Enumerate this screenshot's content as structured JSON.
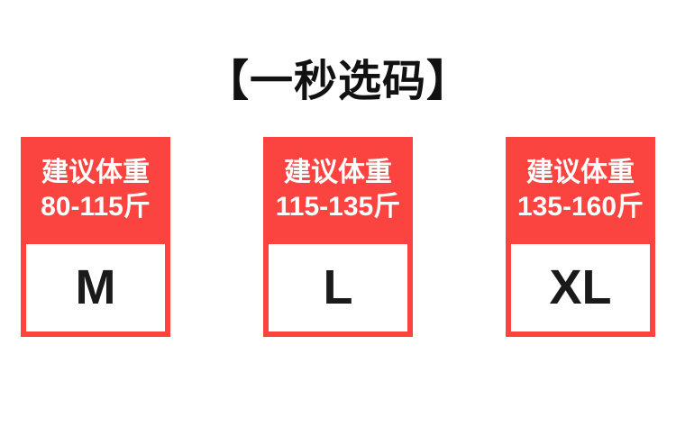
{
  "title": "【一秒选码】",
  "colors": {
    "accent_red": "#FB4340",
    "text_dark": "#111111",
    "size_text": "#1A1A1A",
    "background": "#FFFFFF"
  },
  "cards": [
    {
      "weight_line1": "建议体重",
      "weight_line2": "80-115斤",
      "size": "M"
    },
    {
      "weight_line1": "建议体重",
      "weight_line2": "115-135斤",
      "size": "L"
    },
    {
      "weight_line1": "建议体重",
      "weight_line2": "135-160斤",
      "size": "XL"
    }
  ]
}
